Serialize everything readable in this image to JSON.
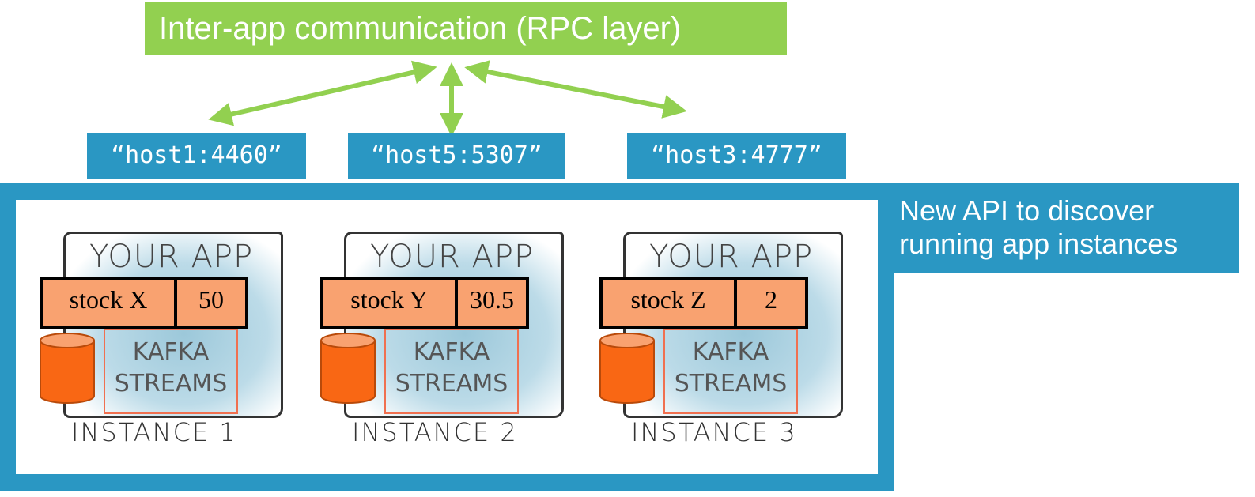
{
  "rpc_layer": {
    "label": "Inter-app communication (RPC layer)",
    "color": "#92d050"
  },
  "hosts": [
    {
      "label": "“host1:4460”"
    },
    {
      "label": "“host5:5307”"
    },
    {
      "label": "“host3:4777”"
    }
  ],
  "api_note": {
    "line1": "New API to discover",
    "line2": "running app instances",
    "color": "#2a97c3"
  },
  "instances": [
    {
      "app": "YOUR APP",
      "streams1": "KAFKA",
      "streams2": "STREAMS",
      "key": "stock X",
      "value": "50",
      "label": "INSTANCE 1"
    },
    {
      "app": "YOUR APP",
      "streams1": "KAFKA",
      "streams2": "STREAMS",
      "key": "stock Y",
      "value": "30.5",
      "label": "INSTANCE 2"
    },
    {
      "app": "YOUR APP",
      "streams1": "KAFKA",
      "streams2": "STREAMS",
      "key": "stock Z",
      "value": "2",
      "label": "INSTANCE 3"
    }
  ]
}
